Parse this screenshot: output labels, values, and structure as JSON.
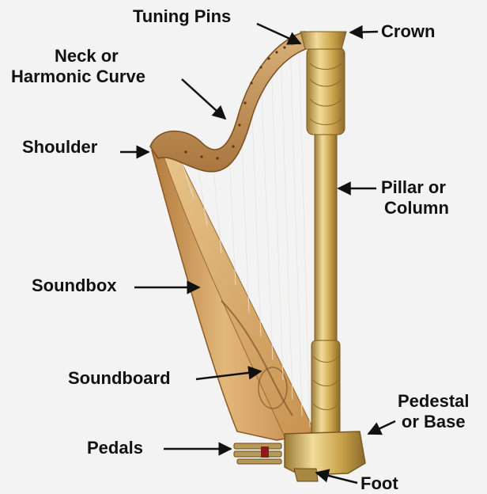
{
  "labels": {
    "tuning_pins": "Tuning Pins",
    "crown": "Crown",
    "neck": [
      "Neck or",
      "Harmonic Curve"
    ],
    "shoulder": "Shoulder",
    "pillar": [
      "Pillar or",
      "Column"
    ],
    "soundbox": "Soundbox",
    "soundboard": "Soundboard",
    "pedestal": [
      "Pedestal",
      "or Base"
    ],
    "pedals": "Pedals",
    "foot": "Foot"
  },
  "colors": {
    "background": "#f3f3f3",
    "gold": "#c9a24a",
    "wood": "#d9a86a",
    "arrow": "#111111"
  }
}
